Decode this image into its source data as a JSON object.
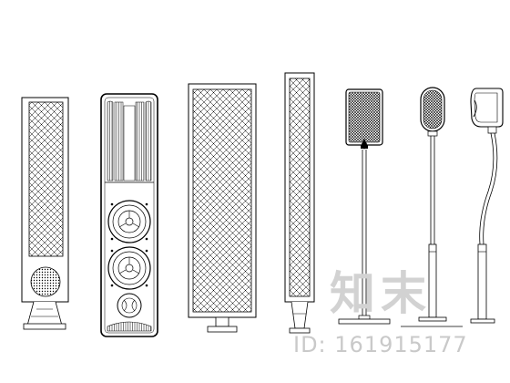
{
  "watermark": {
    "brand": "知末",
    "id_text": "ID: 161915177",
    "color": "#c9c9c9"
  },
  "colors": {
    "ink": "#000000",
    "paper": "#ffffff",
    "fill_dark": "#222222"
  },
  "items": [
    {
      "kind": "speaker-cabinet"
    },
    {
      "kind": "speaker-front"
    },
    {
      "kind": "speaker-panel"
    },
    {
      "kind": "speaker-column"
    },
    {
      "kind": "speaker-stand-box"
    },
    {
      "kind": "speaker-stand-pill"
    },
    {
      "kind": "speaker-stand-curved"
    }
  ]
}
